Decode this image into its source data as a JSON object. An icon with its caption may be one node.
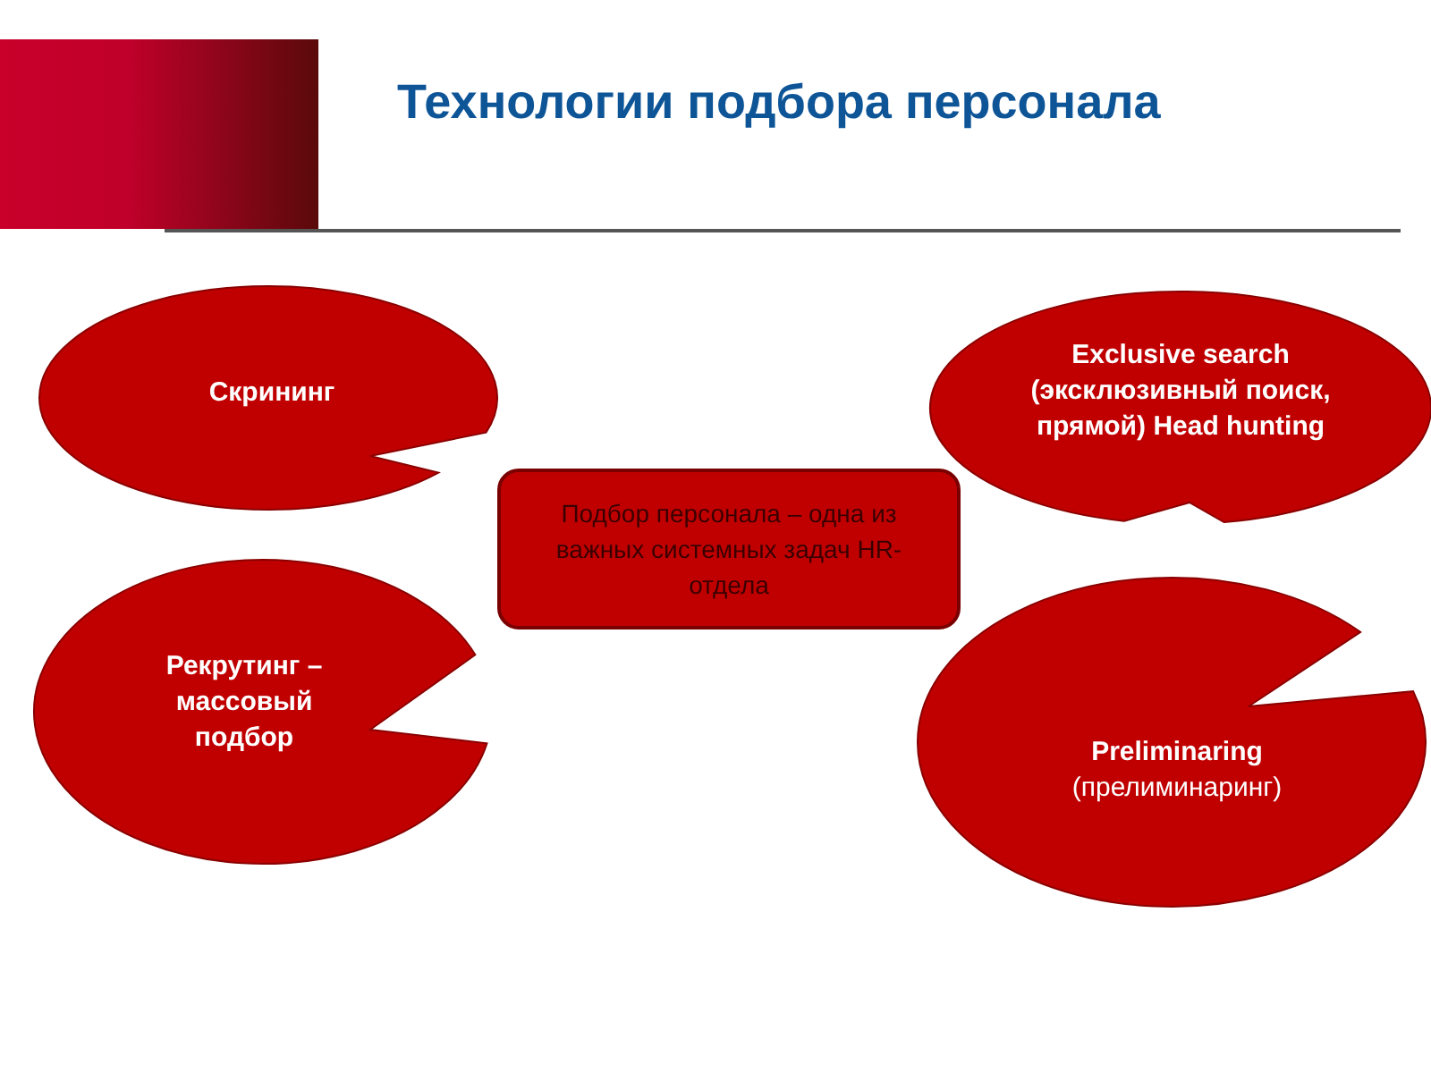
{
  "diagram": {
    "title": "Технологии подбора персонала",
    "nodes": [
      {
        "text": [
          "Скрининг"
        ]
      },
      {
        "text": [
          "Exclusive search (эксклюзивный поиск, прямой) Head hunting"
        ]
      },
      {
        "text": [
          "Подбор персонала – одна из важных системных задач HR-отдела"
        ]
      },
      {
        "text": [
          "Рекрутинг – массовый подбор"
        ]
      },
      {
        "text": [
          "Preliminaring",
          "(прелиминаринг)"
        ]
      }
    ],
    "edges": []
  }
}
